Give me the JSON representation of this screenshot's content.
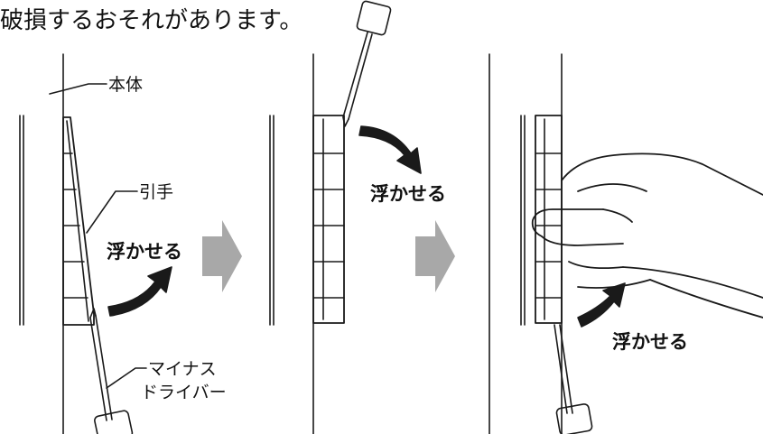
{
  "heading": "破損するおそれがあります。",
  "labels": {
    "body": "本体",
    "pull_handle": "引手",
    "screwdriver_line1": "マイナス",
    "screwdriver_line2": "ドライバー",
    "lift_1": "浮かせる",
    "lift_2": "浮かせる",
    "lift_3": "浮かせる"
  },
  "colors": {
    "line": "#1a1a1a",
    "arrow": "#1a1a1a",
    "step_arrow": "#a8a8a8"
  }
}
